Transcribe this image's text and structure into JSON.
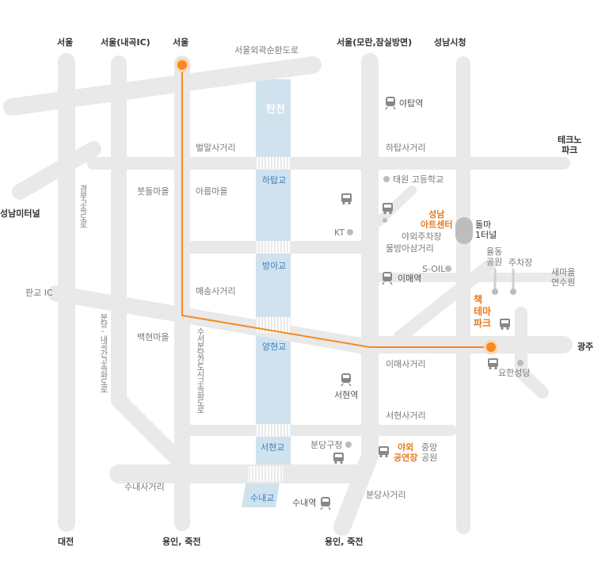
{
  "roads_top": {
    "seoul_left": "서울",
    "seoul_naegok": "서울(내곡IC)",
    "seoul_mid": "서울",
    "outer_ring": "서울외곽순환도로",
    "seoul_moran": "서울(모란,잠실방면)",
    "seongnam_cityhall": "성남시청"
  },
  "roads_bottom": {
    "daejeon": "대전",
    "yongin_left": "용인, 죽전",
    "yongin_right": "용인, 죽전"
  },
  "left_side": {
    "seongnam_terminal": "성남미터널",
    "pangyo_ic": "판교 IC",
    "gyeongbu": "경부고속도로",
    "bundang_naegok": "분당-내곡간고속화도로"
  },
  "right_side": {
    "techno_park": "테크노\n파크",
    "gwangju": "광주",
    "saemaeul": "새마을\n연수원"
  },
  "stream": {
    "tancheon": "탄천",
    "bridges": [
      "하탑교",
      "방아교",
      "양현교",
      "서현교",
      "수내교"
    ]
  },
  "intersections": {
    "byeolmal": "벌말사거리",
    "hatap": "하탑사거리",
    "mulbangah": "물방아삼거리",
    "maesong": "매송사거리",
    "imae": "이매사거리",
    "seohyeon": "서현사거리",
    "sunae": "수내사거리",
    "bundang": "분당사거리"
  },
  "villages": {
    "butdol": "붓돌마을",
    "areum": "아름마을",
    "baekhyeon": "백현마을",
    "suseo": "수서분당간도시고속화도로"
  },
  "stations": {
    "yatap": "야탑역",
    "imae": "이매역",
    "seohyeon": "서현역",
    "sunae": "수내역"
  },
  "landmarks": {
    "taewon_hs": "태원 고등학교",
    "kt": "KT",
    "outdoor_parking": "야외주차장",
    "soil": "S-OIL",
    "yulldong_park": "율동\n공원",
    "parking": "주차장",
    "yohan_church": "요한성당",
    "bundang_office": "분당구청",
    "central_park": "중앙\n공원"
  },
  "highlights": {
    "art_center": "성남\n아트센터",
    "bus_terminal": "돌마\n1터널",
    "book_theme_park": "책\n테마\n파크",
    "outdoor_stage": "야외\n공연장"
  },
  "colors": {
    "road": "#e9e9e9",
    "stream": "#cfe2ee",
    "route": "#f58a23",
    "label": "#7a7a7a",
    "bridge": "#3c7fbf",
    "highlight": "#e8791a"
  }
}
